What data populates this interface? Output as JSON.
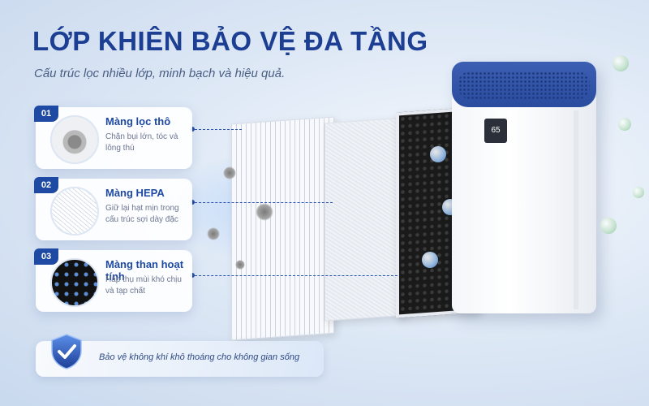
{
  "header": {
    "title": "LỚP KHIÊN BẢO VỆ ĐA TẦNG",
    "subtitle": "Cấu trúc lọc nhiều lớp, minh bạch và hiệu quả."
  },
  "layers": [
    {
      "num": "01",
      "name": "Màng lọc thô",
      "desc": "Chặn bụi lớn, tóc và lông thú"
    },
    {
      "num": "02",
      "name": "Màng HEPA",
      "desc": "Giữ lại hạt mịn trong cấu trúc sợi dày đặc"
    },
    {
      "num": "03",
      "name": "Màng than hoạt tính",
      "desc": "Hấp thụ mùi khó chịu và tạp chất"
    }
  ],
  "footer": {
    "text": "Bảo vệ không khí khô thoáng cho không gian sống"
  },
  "device": {
    "display": "65"
  },
  "colors": {
    "brand": "#1c3f93",
    "accent": "#1f4aa3",
    "text_muted": "#6a7590"
  }
}
